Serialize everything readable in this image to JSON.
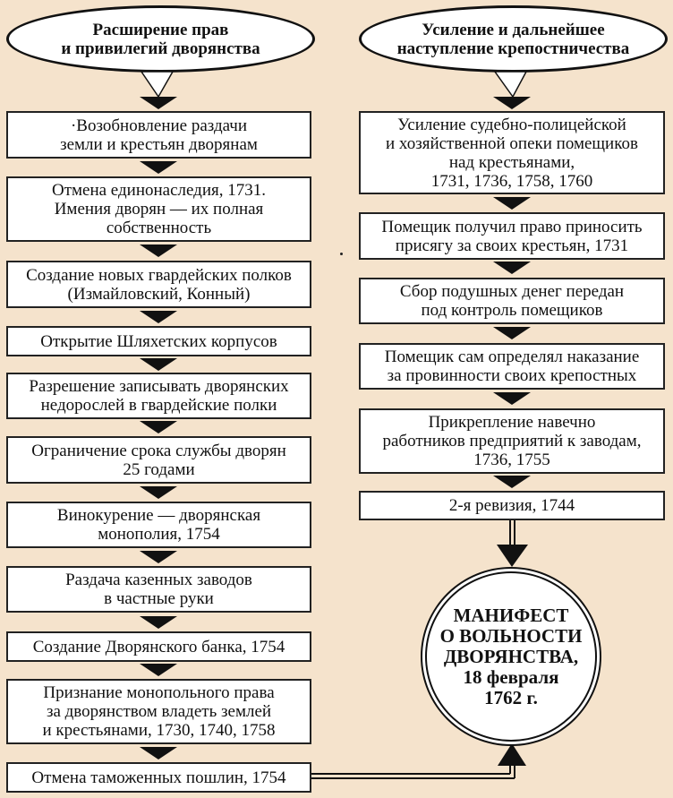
{
  "left_column": {
    "header": "Расширение прав\nи привилегий дворянства",
    "items": [
      "·Возобновление раздачи\nземли и крестьян дворянам",
      "Отмена единонаследия, 1731.\nИмения дворян — их полная\nсобственность",
      "Создание новых гвардейских полков\n(Измайловский, Конный)",
      "Открытие Шляхетских корпусов",
      "Разрешение записывать дворянских\nнедорослей в гвардейские полки",
      "Ограничение срока службы дворян\n25 годами",
      "Винокурение — дворянская\nмонополия, 1754",
      "Раздача казенных заводов\nв частные руки",
      "Создание Дворянского банка, 1754",
      "Признание монопольного права\nза дворянством владеть землей\nи крестьянами, 1730, 1740, 1758",
      "Отмена таможенных пошлин, 1754"
    ]
  },
  "right_column": {
    "header": "Усиление и дальнейшее\nнаступление крепостничества",
    "items": [
      "Усиление судебно-полицейской\nи хозяйственной опеки помещиков\nнад крестьянами,\n1731, 1736, 1758, 1760",
      "Помещик получил право приносить\nприсягу за своих крестьян, 1731",
      "Сбор подушных денег передан\nпод контроль помещиков",
      "Помещик сам определял наказание\nза провинности своих крепостных",
      "Прикрепление навечно\nработников предприятий к заводам,\n1736, 1755",
      "2-я ревизия, 1744"
    ]
  },
  "result": {
    "text": "МАНИФЕСТ\nО ВОЛЬНОСТИ\nДВОРЯНСТВА,\n18 февраля\n1762 г."
  },
  "colors": {
    "background": "#f5e3cc",
    "box_fill": "#ffffff",
    "stroke": "#111111"
  }
}
